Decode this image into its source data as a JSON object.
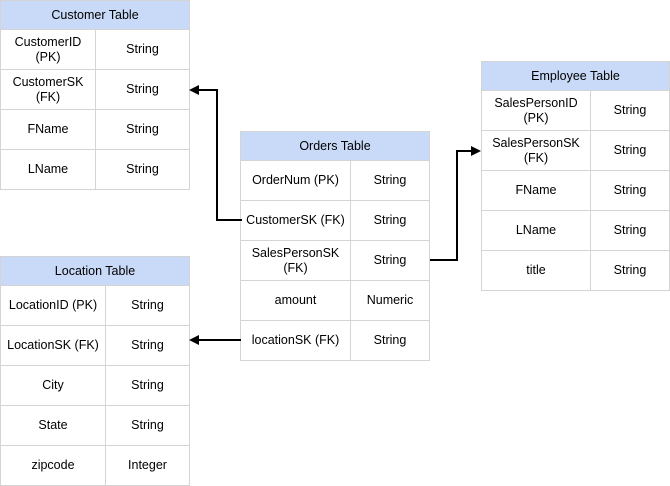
{
  "diagram": {
    "type": "entity-relationship-diagram",
    "header_fill": "#c9daf8",
    "border_color": "#d4d4d4",
    "connector_color": "#000000",
    "tables": [
      {
        "id": "customer",
        "title": "Customer Table",
        "rows": [
          {
            "field": "CustomerID (PK)",
            "type": "String"
          },
          {
            "field": "CustomerSK (FK)",
            "type": "String"
          },
          {
            "field": "FName",
            "type": "String"
          },
          {
            "field": "LName",
            "type": "String"
          }
        ]
      },
      {
        "id": "location",
        "title": "Location Table",
        "rows": [
          {
            "field": "LocationID (PK)",
            "type": "String"
          },
          {
            "field": "LocationSK (FK)",
            "type": "String"
          },
          {
            "field": "City",
            "type": "String"
          },
          {
            "field": "State",
            "type": "String"
          },
          {
            "field": "zipcode",
            "type": "Integer"
          }
        ]
      },
      {
        "id": "orders",
        "title": "Orders Table",
        "rows": [
          {
            "field": "OrderNum (PK)",
            "type": "String"
          },
          {
            "field": "CustomerSK (FK)",
            "type": "String"
          },
          {
            "field": "SalesPersonSK (FK)",
            "type": "String"
          },
          {
            "field": "amount",
            "type": "Numeric"
          },
          {
            "field": "locationSK (FK)",
            "type": "String"
          }
        ]
      },
      {
        "id": "employee",
        "title": "Employee Table",
        "rows": [
          {
            "field": "SalesPersonID (PK)",
            "type": "String"
          },
          {
            "field": "SalesPersonSK (FK)",
            "type": "String"
          },
          {
            "field": "FName",
            "type": "String"
          },
          {
            "field": "LName",
            "type": "String"
          },
          {
            "field": "title",
            "type": "String"
          }
        ]
      }
    ],
    "relationships": [
      {
        "id": "orders-to-customer",
        "from": "orders.CustomerSK (FK)",
        "to": "customer.CustomerSK (FK)",
        "direction": "left"
      },
      {
        "id": "orders-to-employee",
        "from": "orders.SalesPersonSK (FK)",
        "to": "employee.SalesPersonSK (FK)",
        "direction": "right"
      },
      {
        "id": "orders-to-location",
        "from": "orders.locationSK (FK)",
        "to": "location.LocationSK (FK)",
        "direction": "left"
      }
    ]
  }
}
